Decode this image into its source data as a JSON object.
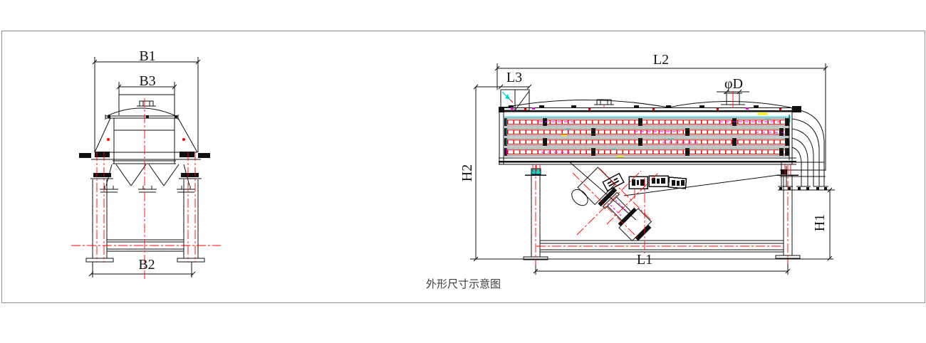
{
  "caption": "外形尺寸示意图",
  "front_view": {
    "labels": {
      "b1": "B1",
      "b3": "B3",
      "b2": "B2"
    }
  },
  "side_view": {
    "labels": {
      "l2": "L2",
      "l3": "L3",
      "phi_d": "φD",
      "h2": "H2",
      "h1": "H1",
      "l1": "L1"
    }
  },
  "colors": {
    "line": "#111111",
    "centerline_red": "#ff0000",
    "accent_cyan": "#00d5d5",
    "accent_magenta": "#ff00ff",
    "accent_yellow": "#ffee00",
    "frame_gray": "#8f8f8f",
    "deck_gray": "#555555"
  }
}
